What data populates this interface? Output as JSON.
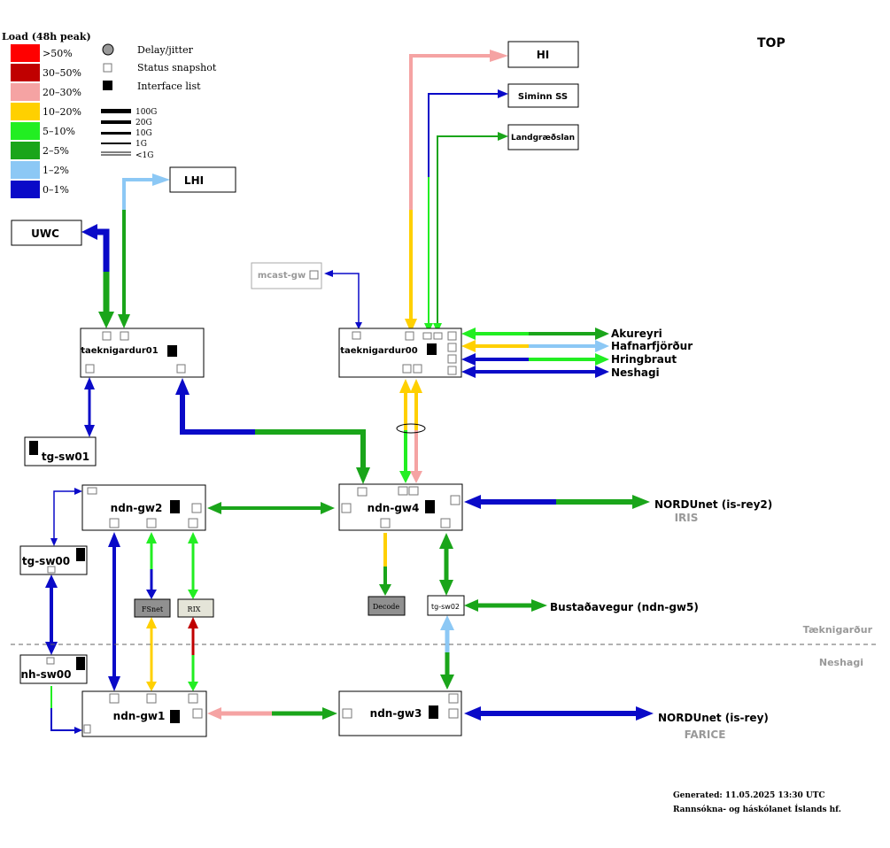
{
  "title": "TOP",
  "legend": {
    "heading": "Load (48h peak)",
    "load_levels": [
      {
        "label": ">50%",
        "color": "#ff0000"
      },
      {
        "label": "30–50%",
        "color": "#c00000"
      },
      {
        "label": "20–30%",
        "color": "#f5a3a3"
      },
      {
        "label": "10–20%",
        "color": "#ffd000"
      },
      {
        "label": "5–10%",
        "color": "#22ee22"
      },
      {
        "label": "2–5%",
        "color": "#1aa51a"
      },
      {
        "label": "1–2%",
        "color": "#8cc8f5"
      },
      {
        "label": "0–1%",
        "color": "#0a0ac8"
      }
    ],
    "symbols": [
      {
        "label": "Delay/jitter",
        "icon": "circle-icon"
      },
      {
        "label": "Status snapshot",
        "icon": "square-icon"
      },
      {
        "label": "Interface list",
        "icon": "filled-square-icon"
      }
    ],
    "capacities": [
      "100G",
      "20G",
      "10G",
      "1G",
      "<1G"
    ]
  },
  "nodes": {
    "hi": "HI",
    "siminn": "Siminn SS",
    "landgraedslan": "Landgræðslan",
    "lhi": "LHI",
    "uwc": "UWC",
    "mcast": "mcast-gw",
    "tk01": "taeknigardur01",
    "tk00": "taeknigardur00",
    "tgsw01": "tg-sw01",
    "ndngw2": "ndn-gw2",
    "ndngw4": "ndn-gw4",
    "tgsw00": "tg-sw00",
    "fsnet": "FSnet",
    "rix": "RIX",
    "decode": "Decode",
    "tgsw02": "tg-sw02",
    "nhsw00": "nh-sw00",
    "ndngw1": "ndn-gw1",
    "ndngw3": "ndn-gw3"
  },
  "external_links": {
    "akureyri": "Akureyri",
    "hafnarfjordur": "Hafnarfjörður",
    "hringbraut": "Hringbraut",
    "neshagi": "Neshagi",
    "nordunet2": "NORDUnet (is-rey2)",
    "iris": "IRIS",
    "bustadavegur": "Bustaðavegur (ndn-gw5)",
    "nordunet": "NORDUnet (is-rey)",
    "farice": "FARICE"
  },
  "zones": {
    "upper": "Tæknigarður",
    "lower": "Neshagi"
  },
  "footer": {
    "generated": "Generated:  11.05.2025 13:30 UTC",
    "org": "Rannsókna- og háskólanet Íslands hf."
  }
}
